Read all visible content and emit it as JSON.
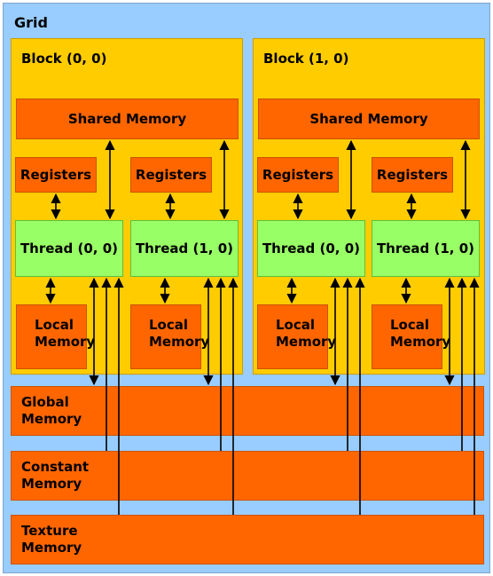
{
  "grid": {
    "title": "Grid",
    "blocks": [
      {
        "title": "Block (0, 0)",
        "shared": "Shared Memory",
        "threads": [
          {
            "registers": "Registers",
            "thread": "Thread (0, 0)",
            "local": "Local\nMemory"
          },
          {
            "registers": "Registers",
            "thread": "Thread (1, 0)",
            "local": "Local\nMemory"
          }
        ]
      },
      {
        "title": "Block (1, 0)",
        "shared": "Shared Memory",
        "threads": [
          {
            "registers": "Registers",
            "thread": "Thread (0, 0)",
            "local": "Local\nMemory"
          },
          {
            "registers": "Registers",
            "thread": "Thread (1, 0)",
            "local": "Local\nMemory"
          }
        ]
      }
    ],
    "global_memory": "Global\nMemory",
    "constant_memory": "Constant\nMemory",
    "texture_memory": "Texture\nMemory"
  },
  "colors": {
    "grid": "#99ccff",
    "block": "#ffcc00",
    "memory": "#ff6600",
    "thread": "#99ff66"
  }
}
